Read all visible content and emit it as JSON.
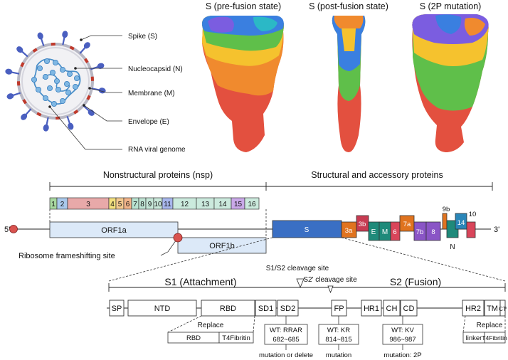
{
  "virion": {
    "labels": [
      "Spike (S)",
      "Nucleocapsid (N)",
      "Membrane (M)",
      "Envelope (E)",
      "RNA viral genome"
    ]
  },
  "structures": {
    "titles": [
      "S (pre-fusion state)",
      "S (post-fusion state)",
      "S (2P mutation)"
    ]
  },
  "genome": {
    "nsp_title": "Nonstructural proteins (nsp)",
    "structural_title": "Structural and accessory proteins",
    "five_prime": "5'",
    "three_prime": "3'",
    "nsp": [
      {
        "label": "1",
        "color": "#a8d8a0"
      },
      {
        "label": "2",
        "color": "#a9c9ec"
      },
      {
        "label": "3",
        "color": "#e8a9a9"
      },
      {
        "label": "4",
        "color": "#f3e07e"
      },
      {
        "label": "5",
        "color": "#f4c98f"
      },
      {
        "label": "6",
        "color": "#f2b48a"
      },
      {
        "label": "7",
        "color": "#b8e2d0"
      },
      {
        "label": "8",
        "color": "#bfe3d3"
      },
      {
        "label": "9",
        "color": "#c5e6d7"
      },
      {
        "label": "10",
        "color": "#c9e8da"
      },
      {
        "label": "11",
        "color": "#a7b6ec"
      },
      {
        "label": "12",
        "color": "#cbeadd"
      },
      {
        "label": "13",
        "color": "#cbeadd"
      },
      {
        "label": "14",
        "color": "#cbeadd"
      },
      {
        "label": "15",
        "color": "#c9a8e8"
      },
      {
        "label": "16",
        "color": "#cbeadd"
      }
    ],
    "orf1a": "ORF1a",
    "orf1b": "ORF1b",
    "frameshift": "Ribosome frameshifting site",
    "structural": {
      "s": "S",
      "a3": "3a",
      "b3": "3b",
      "e": "E",
      "m": "M",
      "six": "6",
      "a7": "7a",
      "b7": "7b",
      "eight": "8",
      "b9": "9b",
      "fourteen": "14",
      "ten": "10",
      "n": "N"
    }
  },
  "spike": {
    "s1_title": "S1 (Attachment)",
    "s2_title": "S2 (Fusion)",
    "s1s2_site": "S1/S2 cleavage site",
    "s2_site": "S2' cleavage site",
    "domains": [
      "SP",
      "NTD",
      "RBD",
      "SD1",
      "SD2",
      "FP",
      "HR1",
      "CH",
      "CD",
      "HR2",
      "TM",
      "CT"
    ],
    "replace1": {
      "title": "Replace",
      "parts": [
        "RBD",
        "T4Fibritin"
      ]
    },
    "replace2": {
      "title": "Replace",
      "parts": [
        "linker",
        "T4Fibritin"
      ]
    },
    "notes": [
      {
        "lines": [
          "WT: RRAR",
          "682~685"
        ],
        "caption": "mutation or delete"
      },
      {
        "lines": [
          "WT: KR",
          "814~815"
        ],
        "caption": "mutation"
      },
      {
        "lines": [
          "WT: KV",
          "986~987"
        ],
        "caption": "mutation: 2P"
      }
    ]
  }
}
